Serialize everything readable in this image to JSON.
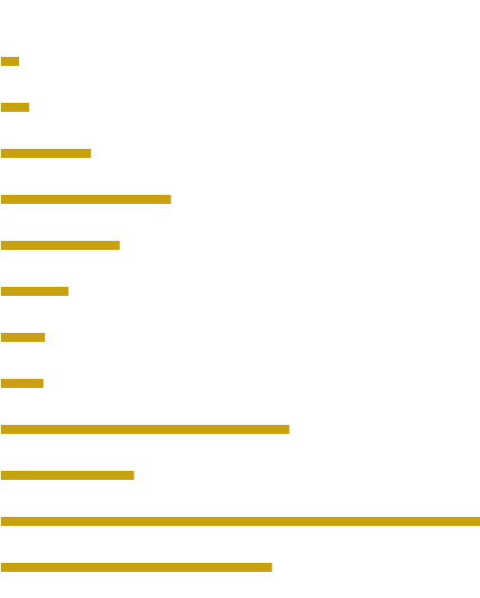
{
  "colors": {
    "background": "#ffffff",
    "bar": "#c9a00f"
  },
  "chart_data": {
    "type": "bar",
    "orientation": "horizontal",
    "title": "",
    "xlabel": "",
    "ylabel": "",
    "grid": false,
    "legend": "none",
    "xlim": [
      0,
      100
    ],
    "categories": [
      "",
      "",
      "",
      "",
      "",
      "",
      "",
      "",
      "",
      "",
      "",
      ""
    ],
    "values": [
      3.8,
      5.9,
      18.8,
      35.5,
      24.8,
      14.1,
      9.2,
      8.9,
      60.2,
      27.8,
      100.0,
      56.6
    ]
  }
}
